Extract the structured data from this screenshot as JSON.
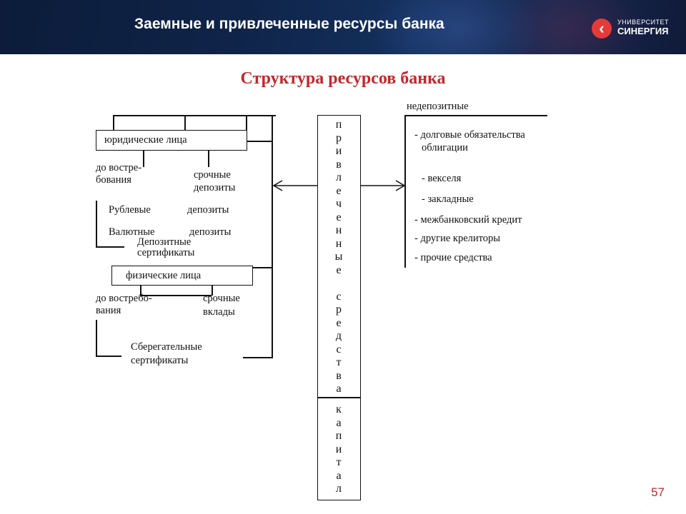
{
  "header": {
    "title": "Заемные и привлеченные ресурсы банка"
  },
  "logo": {
    "line1": "УНИВЕРСИТЕТ",
    "line2": "СИНЕРГИЯ"
  },
  "diagram": {
    "title": "Структура ресурсов банка",
    "center_column": {
      "top": [
        "п",
        "р",
        "и",
        "в",
        "л",
        "е",
        "ч",
        "е",
        "н",
        "н",
        "ы",
        "е",
        "",
        "с",
        "р",
        "е",
        "д",
        "с",
        "т",
        "в",
        "а"
      ],
      "bottom": [
        "к",
        "а",
        "п",
        "и",
        "т",
        "а",
        "л"
      ]
    },
    "left": {
      "legal_entities": "юридические лица",
      "demand_1a": "до востре-",
      "demand_1b": "бования",
      "term_deposits_a": "срочные",
      "term_deposits_b": "депозиты",
      "ruble_a": "Рублевые",
      "ruble_b": "депозиты",
      "currency_a": "Валютные",
      "currency_b": "депозиты",
      "dep_cert_a": "Депозитные",
      "dep_cert_b": "сертификаты",
      "individuals": "физические лица",
      "demand_2a": "до востребо-",
      "demand_2b": "вания",
      "term_contrib_a": "срочные",
      "term_contrib_b": "вклады",
      "savings_cert_a": "Сберегательные",
      "savings_cert_b": "сертификаты"
    },
    "right": {
      "header": "недепозитные",
      "items": [
        "- долговые обязательства",
        "облигации",
        "- векселя",
        "- закладные",
        "- межбанковский кредит",
        "- другие крелиторы",
        "- прочие средства"
      ]
    }
  },
  "page_number": "57"
}
